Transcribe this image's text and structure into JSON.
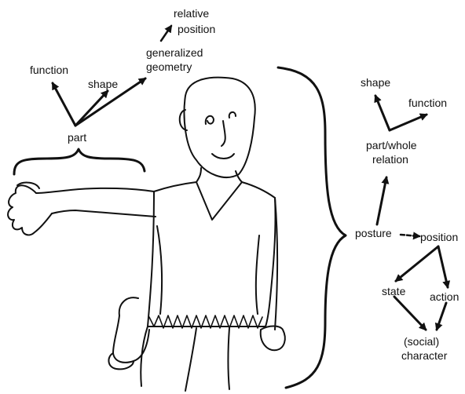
{
  "labels": {
    "relative_position_line1": "relative",
    "relative_position_line2": "position",
    "generalized_line1": "generalized",
    "generalized_line2": "geometry",
    "function_left": "function",
    "shape_left": "shape",
    "part": "part",
    "shape_right": "shape",
    "function_right": "function",
    "part_whole_line1": "part/whole",
    "part_whole_line2": "relation",
    "posture": "posture",
    "position": "position",
    "state": "state",
    "action": "action",
    "social_line1": "(social)",
    "social_line2": "character"
  },
  "figure": {
    "icon": "seated-man-sketch-icon"
  },
  "colors": {
    "ink": "#111111",
    "background": "#ffffff"
  }
}
